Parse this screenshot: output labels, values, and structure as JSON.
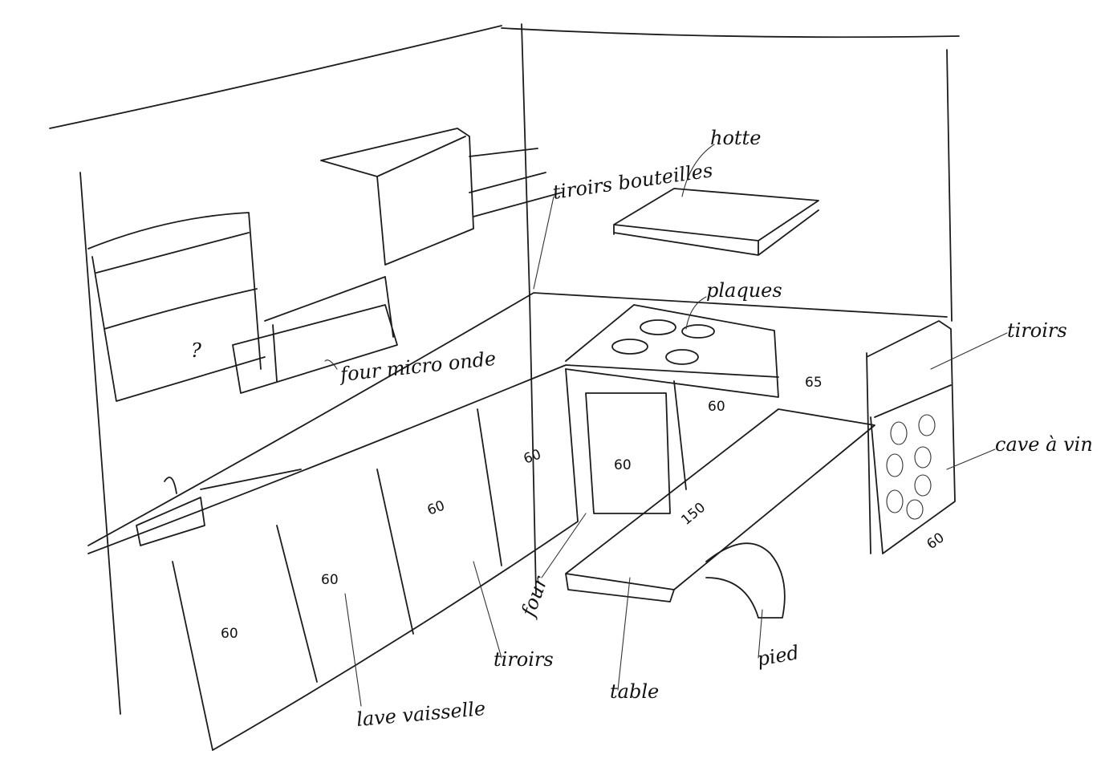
{
  "title": "Croquis cuisine",
  "labels": {
    "hood": "hotte",
    "bottle_drawers": "tiroirs bouteilles",
    "hobs": "plaques",
    "drawers_right": "tiroirs",
    "microwave": "four micro onde",
    "wine_cellar": "cave à vin",
    "oven": "four",
    "leg": "pied",
    "table": "table",
    "drawers_bottom": "tiroirs",
    "dishwasher": "lave vaisselle",
    "question": "?"
  },
  "dimensions": {
    "island_depth": "65",
    "hob_cabinet": "60",
    "wine_width": "60",
    "corner_cabinet": "60",
    "oven_cabinet": "60",
    "drawer_cabinet": "60",
    "table_length": "150",
    "dishwasher_width": "60",
    "sink_cabinet": "60"
  }
}
